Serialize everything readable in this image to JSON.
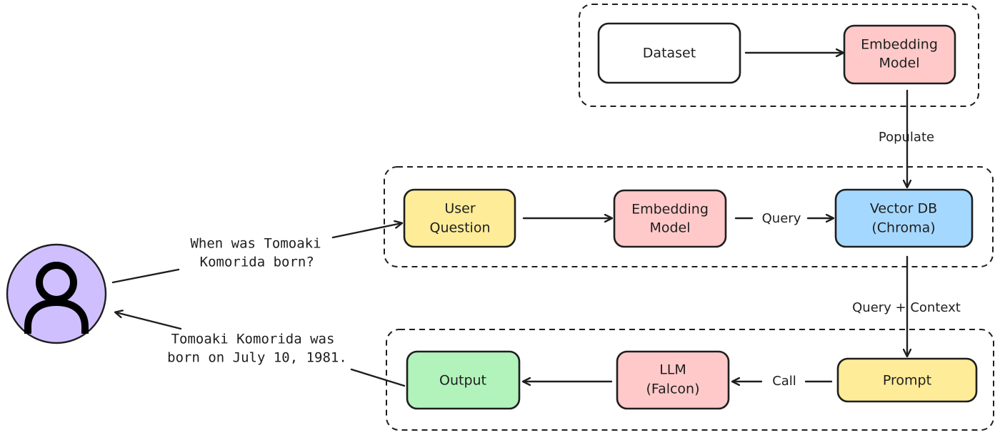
{
  "colors": {
    "stroke": "#1e1e1e",
    "white": "#ffffff",
    "pink": "#ffc9c9",
    "yellow": "#ffec99",
    "blue": "#a5d8ff",
    "green": "#b2f2bb",
    "purple": "#d0bfff"
  },
  "nodes": {
    "dataset": {
      "label": "Dataset",
      "color": "#ffffff"
    },
    "embedding_top": {
      "label_lines": [
        "Embedding",
        "Model"
      ],
      "color": "#ffc9c9"
    },
    "user_question": {
      "label_lines": [
        "User",
        "Question"
      ],
      "color": "#ffec99"
    },
    "embedding_mid": {
      "label_lines": [
        "Embedding",
        "Model"
      ],
      "color": "#ffc9c9"
    },
    "vector_db": {
      "label_lines": [
        "Vector DB",
        "(Chroma)"
      ],
      "color": "#a5d8ff"
    },
    "output": {
      "label": "Output",
      "color": "#b2f2bb"
    },
    "llm": {
      "label_lines": [
        "LLM",
        "(Falcon)"
      ],
      "color": "#ffc9c9"
    },
    "prompt": {
      "label": "Prompt",
      "color": "#ffec99"
    }
  },
  "edge_labels": {
    "populate": "Populate",
    "query": "Query",
    "query_context": "Query + Context",
    "call": "Call"
  },
  "speech": {
    "question_lines": [
      "When was Tomoaki",
      " Komorida born?"
    ],
    "answer_lines": [
      "Tomoaki Komorida was",
      "born on July 10, 1981."
    ]
  },
  "user": {
    "icon": "user-icon"
  }
}
